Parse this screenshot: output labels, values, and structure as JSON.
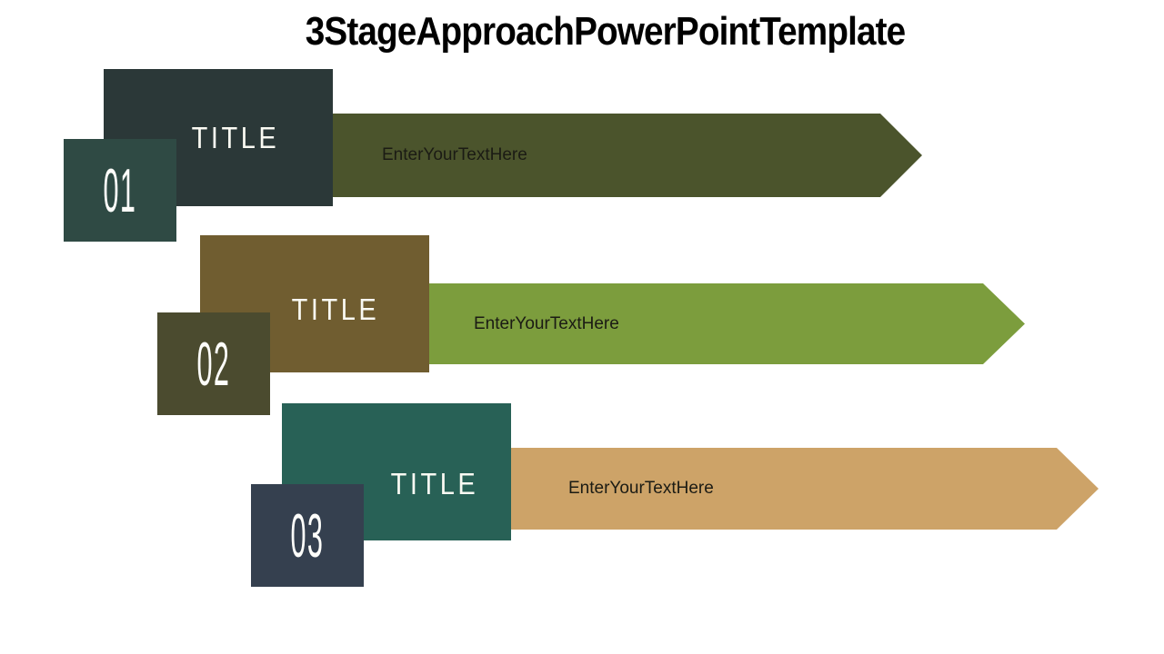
{
  "slide": {
    "title": "3 Stage Approach PowerPoint Template",
    "background_color": "#ffffff",
    "title_color": "#000000"
  },
  "stages": [
    {
      "number": "01",
      "title": "TITLE",
      "text": "Enter Your Text Here",
      "colors": {
        "number_box": "#2f4a44",
        "title_box": "#2b3838",
        "arrow": "#4b542c",
        "number_text": "#ffffff",
        "title_text": "#fafaf3",
        "arrow_text": "#1b1b14"
      }
    },
    {
      "number": "02",
      "title": "TITLE",
      "text": "Enter Your Text Here",
      "colors": {
        "number_box": "#4b4b2f",
        "title_box": "#705d30",
        "arrow": "#7c9d3d",
        "number_text": "#ffffff",
        "title_text": "#fafaf3",
        "arrow_text": "#1b1b14"
      }
    },
    {
      "number": "03",
      "title": "TITLE",
      "text": "Enter Your Text Here",
      "colors": {
        "number_box": "#35404f",
        "title_box": "#28615  6",
        "arrow": "#cda368",
        "number_text": "#ffffff",
        "title_text": "#fafaf3",
        "arrow_text": "#1b1b14"
      }
    }
  ]
}
